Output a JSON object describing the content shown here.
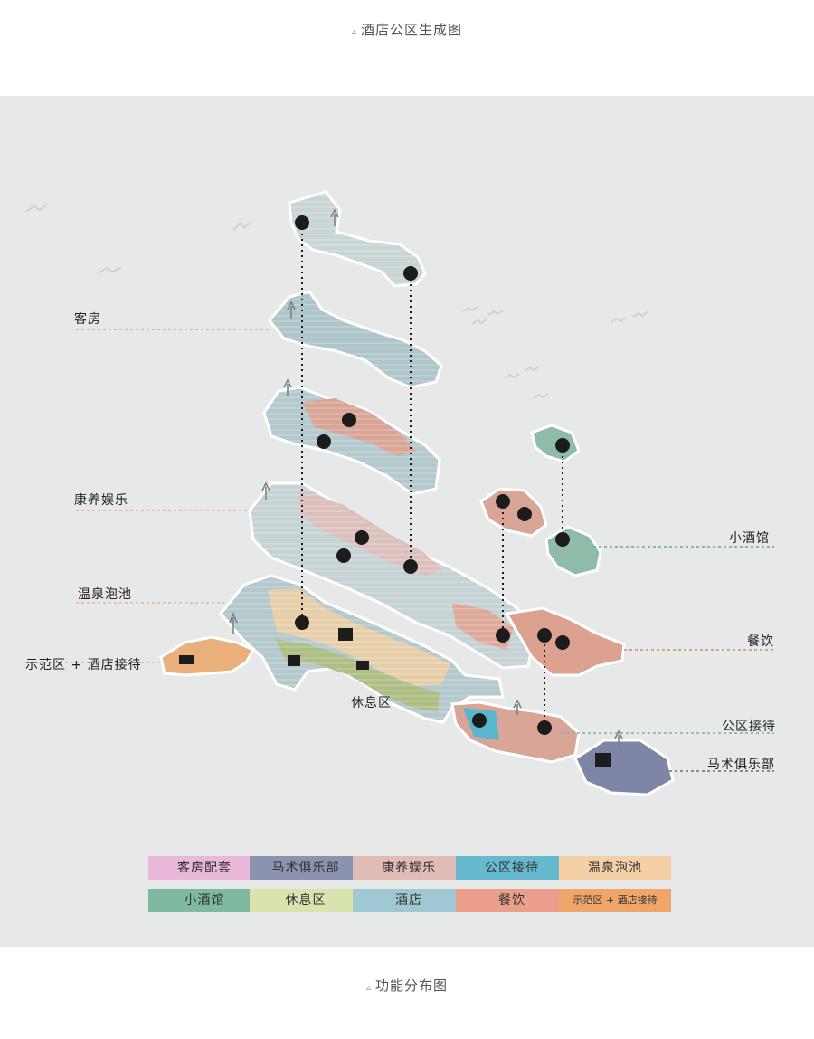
{
  "captions": {
    "top_marker": "▵",
    "top": "酒店公区生成图",
    "bottom_marker": "▵",
    "bottom": "功能分布图"
  },
  "zone_labels": {
    "guest_rooms": "客房",
    "wellness": "康养娱乐",
    "hot_spring": "温泉泡池",
    "demo_reception": "示范区 + 酒店接待",
    "rest_area": "休息区",
    "bistro": "小酒馆",
    "dining": "餐饮",
    "public_reception": "公区接待",
    "equestrian": "马术俱乐部"
  },
  "legend": [
    {
      "label": "客房配套",
      "color": "#e9b8d8"
    },
    {
      "label": "马术俱乐部",
      "color": "#8a93b0"
    },
    {
      "label": "康养娱乐",
      "color": "#e0bcb4"
    },
    {
      "label": "公区接待",
      "color": "#67b9cf"
    },
    {
      "label": "温泉泡池",
      "color": "#f5cfa6"
    },
    {
      "label": "小酒馆",
      "color": "#7fb9a0"
    },
    {
      "label": "休息区",
      "color": "#d9e3ae"
    },
    {
      "label": "酒店",
      "color": "#9fc8d4"
    },
    {
      "label": "餐饮",
      "color": "#eb9f8a"
    },
    {
      "label": "示范区 + 酒店接待",
      "color": "#f0a66b"
    }
  ],
  "colors": {
    "panel_bg": "#e7e8e8",
    "island_outline": "#ffffff",
    "hotel_blue": "#b3c9cc",
    "dining_pink": "#d9a596",
    "wellness_pink": "#dcc0bd",
    "rest_green": "#aebf84",
    "spring_beige": "#e6cfa8",
    "reception_orange": "#e9b07c",
    "public_cyan": "#5ab6cc",
    "equestrian_blue": "#7e86a7",
    "bistro_green": "#8fbba9",
    "icon_dark": "#1c1c1c"
  },
  "icons": [
    "dining-icon",
    "cafe-icon",
    "bar-icon",
    "spa-icon",
    "horse-icon",
    "bird-icon",
    "tree-icon"
  ]
}
